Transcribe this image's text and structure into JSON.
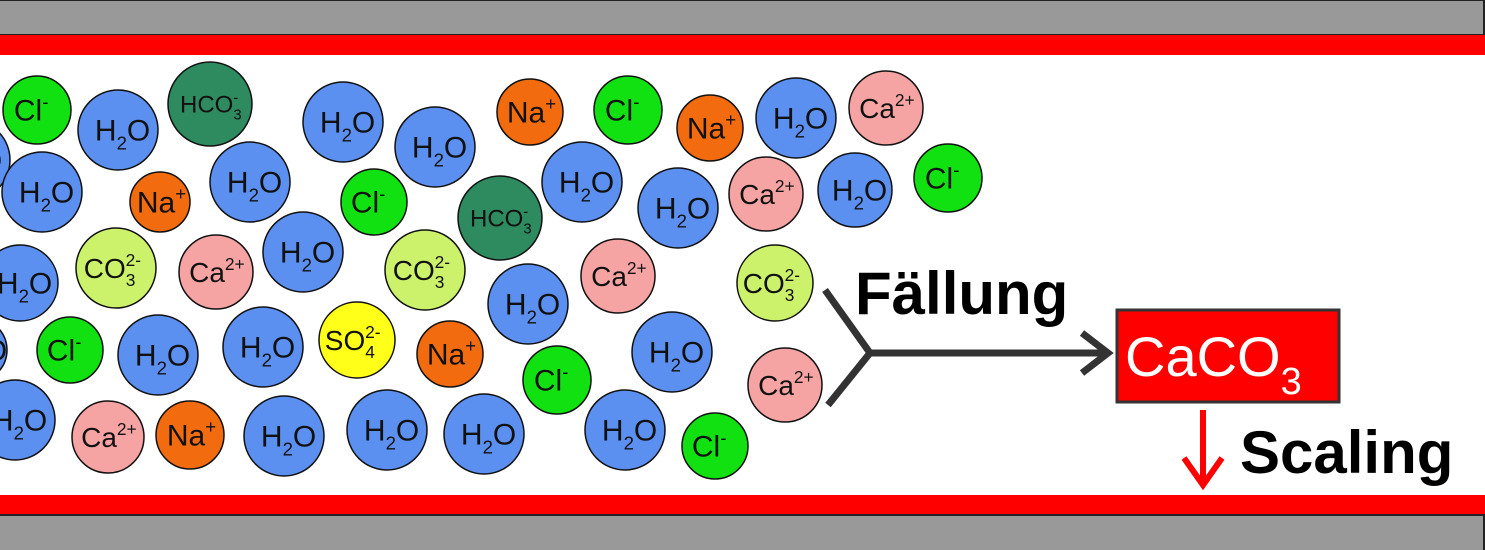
{
  "colors": {
    "pipe_wall": "#999999",
    "scale_layer": "#ff0000",
    "water": "#5b8ff0",
    "chloride": "#11e011",
    "sodium": "#f26b0f",
    "calcium": "#f5a3a3",
    "carbonate": "#ccf26b",
    "bicarbonate": "#2e8a5f",
    "sulfate": "#ffff1a",
    "arrow": "#333333",
    "product_box": "#ff0000",
    "scaling_arrow": "#ff0000"
  },
  "species": {
    "water": {
      "base": "H",
      "sub": "2",
      "tail": "O"
    },
    "chloride": {
      "base": "Cl",
      "sup": "-"
    },
    "sodium": {
      "base": "Na",
      "sup": "+"
    },
    "calcium": {
      "base": "Ca",
      "sup": "2+"
    },
    "carbonate": {
      "base": "CO",
      "sub": "3",
      "sup": "2-"
    },
    "bicarbonate": {
      "base": "HCO",
      "sub": "3",
      "sup": "-"
    },
    "sulfate": {
      "base": "SO",
      "sub": "4",
      "sup": "2-"
    }
  },
  "labels": {
    "precipitation": "Fällung",
    "product_base": "CaCO",
    "product_sub": "3",
    "scaling": "Scaling"
  }
}
